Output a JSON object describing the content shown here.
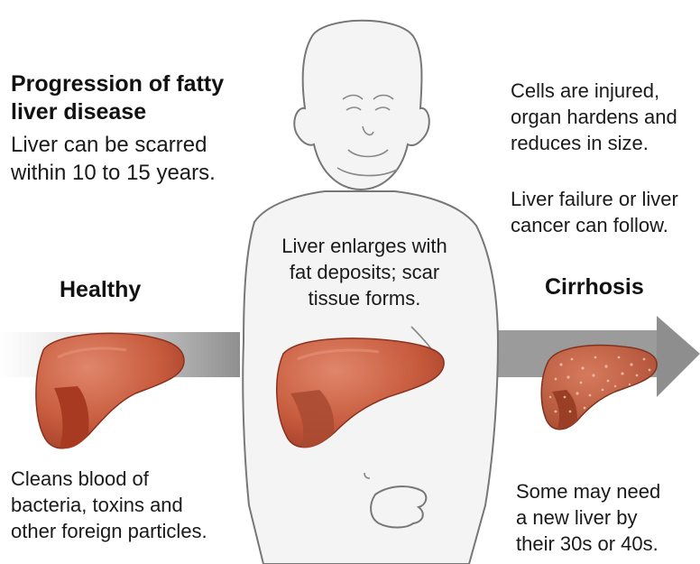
{
  "title": [
    "Progression of fatty",
    "liver disease"
  ],
  "subtitle": [
    "Liver can be scarred",
    "within 10 to 15 years."
  ],
  "stages": {
    "healthy": {
      "label": "Healthy",
      "caption": [
        "Cleans blood of",
        "bacteria, toxins and",
        "other foreign particles."
      ]
    },
    "fatty": {
      "caption": [
        "Liver enlarges with",
        "fat deposits; scar",
        "tissue forms."
      ]
    },
    "cirrhosis": {
      "label": "Cirrhosis",
      "notes": [
        "Cells are injured,",
        "organ hardens and",
        "reduces in size."
      ],
      "notes2": [
        "Liver failure or liver",
        "cancer can follow."
      ],
      "caption": [
        "Some may need",
        "a new liver by",
        "their 30s or 40s."
      ]
    }
  },
  "colors": {
    "liver": "#c4583b",
    "liver_dark": "#a83a22",
    "liver_highlight": "#d97860",
    "arrow_gray": "#9a9a9a",
    "body_outline": "#7a7a7a"
  }
}
